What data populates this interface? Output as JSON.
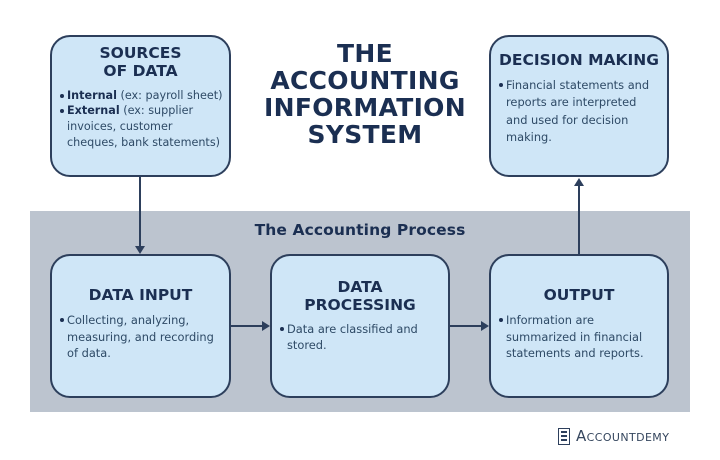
{
  "title": {
    "lines": [
      "THE",
      "ACCOUNTING",
      "INFORMATION",
      "SYSTEM"
    ]
  },
  "process_band": {
    "label": "The Accounting Process",
    "background_color": "#bcc4cf"
  },
  "colors": {
    "box_fill": "#cfe6f7",
    "box_border": "#2d3f5c",
    "text_dark": "#1b2f52"
  },
  "boxes": {
    "sources": {
      "title_lines": [
        "SOURCES",
        "OF DATA"
      ],
      "items": [
        {
          "bold": "Internal",
          "rest": " (ex: payroll sheet)"
        },
        {
          "bold": "External",
          "rest": " (ex: supplier invoices, customer cheques, bank statements)"
        }
      ]
    },
    "decision": {
      "title": "DECISION MAKING",
      "text": "Financial statements and reports are interpreted and used for decision making."
    },
    "input": {
      "title": "DATA INPUT",
      "text": "Collecting, analyzing, measuring, and recording of data."
    },
    "processing": {
      "title_lines": [
        "DATA",
        "PROCESSING"
      ],
      "text": "Data are classified and stored."
    },
    "output": {
      "title": "OUTPUT",
      "text": "Information are summarized in financial statements and reports."
    }
  },
  "flow": [
    {
      "from": "sources",
      "to": "input",
      "direction": "down"
    },
    {
      "from": "input",
      "to": "processing",
      "direction": "right"
    },
    {
      "from": "processing",
      "to": "output",
      "direction": "right"
    },
    {
      "from": "output",
      "to": "decision",
      "direction": "up"
    }
  ],
  "logo": {
    "icon": "ledger-icon",
    "text": "Accountdemy"
  }
}
